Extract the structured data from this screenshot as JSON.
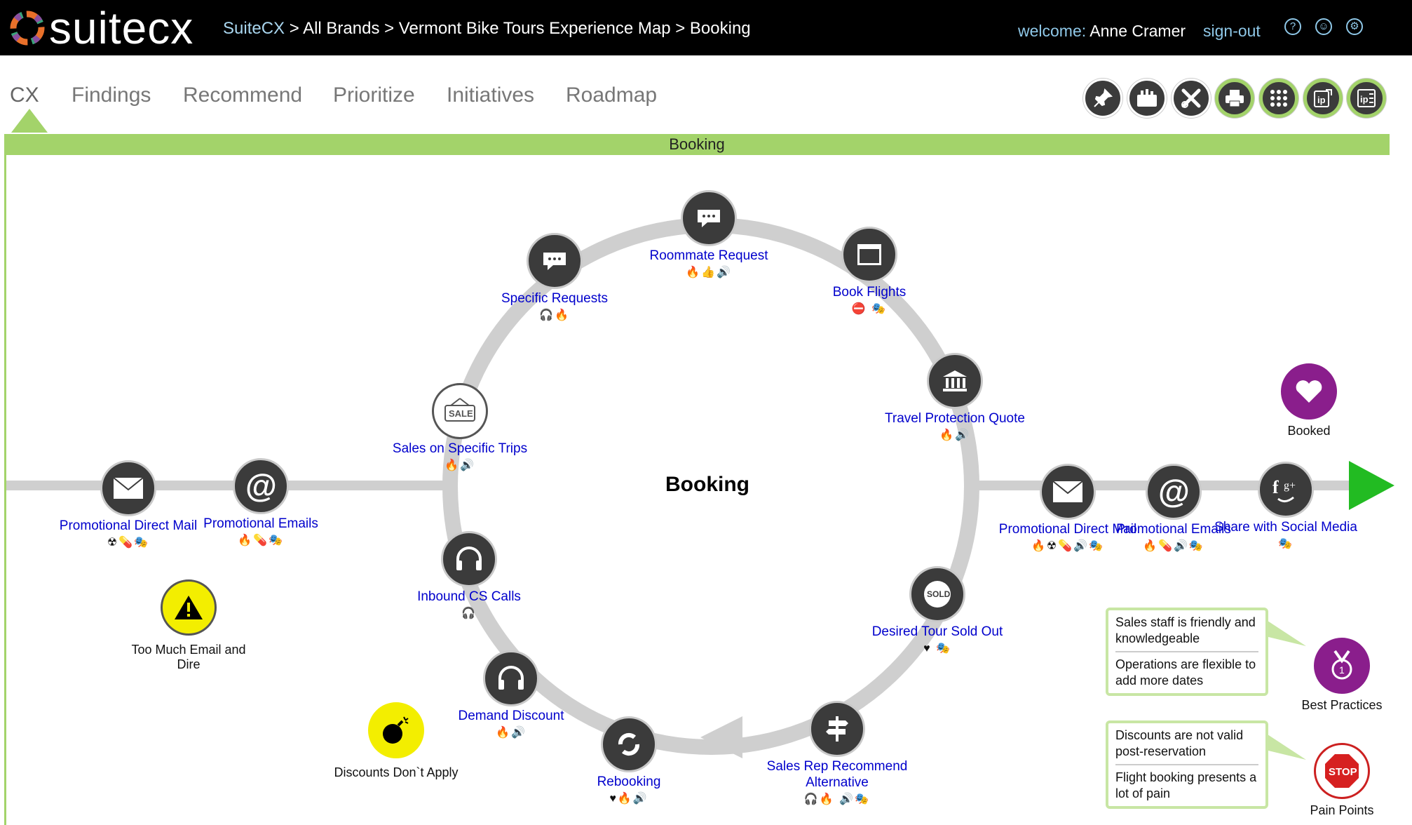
{
  "header": {
    "logo_text": "suitecx",
    "breadcrumb": {
      "first": "SuiteCX",
      "rest": " > All Brands > Vermont Bike Tours Experience Map > Booking"
    },
    "welcome_prefix": "welcome: ",
    "welcome_user": "Anne Cramer",
    "signout": "sign-out",
    "help_icon": "question-icon",
    "accessibility_icon": "person-icon",
    "settings_icon": "gear-icon"
  },
  "nav": {
    "tabs": [
      "CX",
      "Findings",
      "Recommend",
      "Prioritize",
      "Initiatives",
      "Roadmap"
    ],
    "active": "CX",
    "toolbar": [
      "pin-icon",
      "toolbox-icon",
      "tools-icon",
      "print-icon",
      "grid-icon",
      "ip-export-icon",
      "ip-list-icon"
    ]
  },
  "section_title": "Booking",
  "map": {
    "center_title": "Booking",
    "cycle_nodes": [
      {
        "label": "Roommate Request",
        "icon": "speech-bubble-icon",
        "indicators": "🔥👍🔊"
      },
      {
        "label": "Book Flights",
        "icon": "browser-window-icon",
        "indicators": "⛔ 🎭"
      },
      {
        "label": "Travel Protection Quote",
        "icon": "bank-icon",
        "indicators": "🔥🔊"
      },
      {
        "label": "Desired Tour Sold Out",
        "icon": "sold-tag-icon",
        "indicators": "♥ 🎭"
      },
      {
        "label": "Sales Rep Recommend Alternative",
        "icon": "signpost-icon",
        "indicators": "🎧🔥 🔊🎭"
      },
      {
        "label": "Rebooking",
        "icon": "refresh-icon",
        "indicators": "♥🔥🔊"
      },
      {
        "label": "Demand Discount",
        "icon": "headphones-icon",
        "indicators": "🔥🔊"
      },
      {
        "label": "Inbound CS Calls",
        "icon": "headphones-icon",
        "indicators": "🎧"
      },
      {
        "label": "Sales on Specific Trips",
        "icon": "sale-sign-icon",
        "indicators": "🔥🔊"
      },
      {
        "label": "Specific Requests",
        "icon": "speech-bubble-icon",
        "indicators": "🎧🔥"
      }
    ],
    "left_nodes": [
      {
        "label": "Promotional Direct Mail",
        "icon": "envelope-icon",
        "indicators": "☢💊🎭"
      },
      {
        "label": "Promotional Emails",
        "icon": "at-sign-icon",
        "indicators": "🔥💊🎭"
      }
    ],
    "right_nodes": [
      {
        "label": "Promotional Direct Mail",
        "icon": "envelope-icon",
        "indicators": "🔥☢💊🔊🎭"
      },
      {
        "label": "Promotional Emails",
        "icon": "at-sign-icon",
        "indicators": "🔥💊🔊🎭"
      },
      {
        "label": "Share with Social Media",
        "icon": "social-icon",
        "indicators": "🎭"
      }
    ],
    "warnings": [
      {
        "label": "Too Much Email and Dire",
        "icon": "warning-icon"
      },
      {
        "label": "Discounts Don`t Apply",
        "icon": "bomb-icon"
      }
    ],
    "outcome": {
      "label": "Booked",
      "icon": "heart-icon"
    },
    "best_practices": {
      "label": "Best Practices",
      "icon": "medal-icon",
      "items": [
        "Sales staff is friendly and knowledgeable",
        "Operations are flexible to add more dates"
      ]
    },
    "pain_points": {
      "label": "Pain Points",
      "icon": "stop-sign-icon",
      "items": [
        "Discounts are not valid post-reservation",
        "Flight booking presents a lot of pain"
      ]
    },
    "colors": {
      "accent_green": "#a3d36a",
      "node_dark": "#3b3b3b",
      "link_blue": "#0000cc",
      "warning_yellow": "#f3ee00",
      "outcome_purple": "#8a1e8c",
      "play_green": "#22bb22"
    }
  }
}
